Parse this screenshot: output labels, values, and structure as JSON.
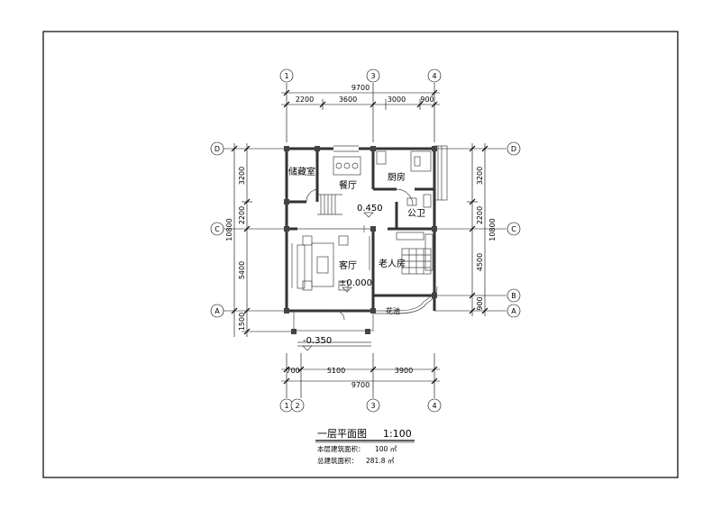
{
  "axes": {
    "top": [
      "1",
      "3",
      "4"
    ],
    "bottom": [
      "1",
      "2",
      "3",
      "4"
    ],
    "left": [
      "D",
      "C",
      "A"
    ],
    "right": [
      "D",
      "C",
      "B",
      "A"
    ]
  },
  "dimensions": {
    "top_total": "9700",
    "top_segments": [
      "2200",
      "3600",
      "3000",
      "900"
    ],
    "bottom_segments": [
      "700",
      "5100",
      "3900"
    ],
    "bottom_total": "9700",
    "left_segments": [
      "3200",
      "2200",
      "5400",
      "1500"
    ],
    "left_total": "10800",
    "right_segments": [
      "3200",
      "2200",
      "4500",
      "900"
    ],
    "right_total": "10800"
  },
  "rooms": {
    "storage": "储藏室",
    "dining": "餐厅",
    "kitchen": "厨房",
    "bathroom": "公卫",
    "living": "客厅",
    "elder_room": "老人房",
    "flower_bed": "花池"
  },
  "levels": {
    "upper": "0.450",
    "ground": "±0.000",
    "outside": "-0.350"
  },
  "title": {
    "main": "一层平面图",
    "scale": "1:100",
    "floor_area_label": "本层建筑面积：",
    "floor_area_value": "100 ㎡",
    "total_area_label": "总建筑面积：",
    "total_area_value": "281.8 ㎡"
  }
}
